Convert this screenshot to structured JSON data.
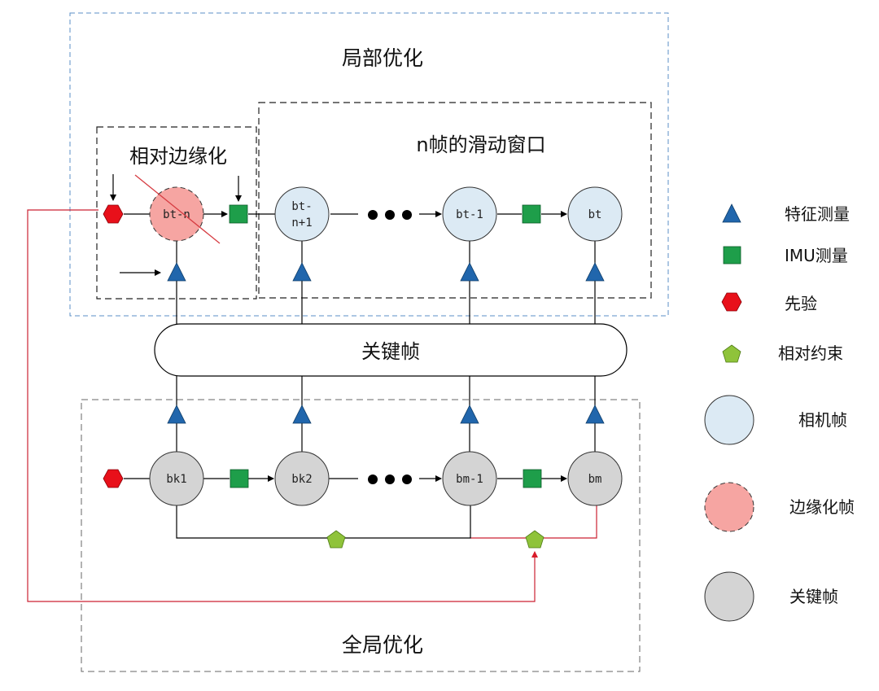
{
  "regions": {
    "local_opt": "局部优化",
    "relative_marg": "相对边缘化",
    "sliding_window": "n帧的滑动窗口",
    "global_opt": "全局优化",
    "keyframe_bar": "关键帧"
  },
  "nodes": {
    "bt_n": "bt-n",
    "bt_n1_line1": "bt-",
    "bt_n1_line2": "n+1",
    "bt_1": "bt-1",
    "bt": "bt",
    "bk1": "bk1",
    "bk2": "bk2",
    "bm_1": "bm-1",
    "bm": "bm"
  },
  "legend": {
    "feature": "特征测量",
    "imu": "IMU测量",
    "prior": "先验",
    "relative": "相对约束",
    "camera_frame": "相机帧",
    "marg_frame": "边缘化帧",
    "key_frame": "关键帧"
  },
  "colors": {
    "triangle": "#2166ac",
    "square": "#1e9e4a",
    "prior": "#e8101a",
    "pentagon": "#8fc33a",
    "camera": "#dceaf4",
    "marginalized": "#f6a5a2",
    "keyframe": "#d4d4d4",
    "red_line": "#cc2233"
  }
}
